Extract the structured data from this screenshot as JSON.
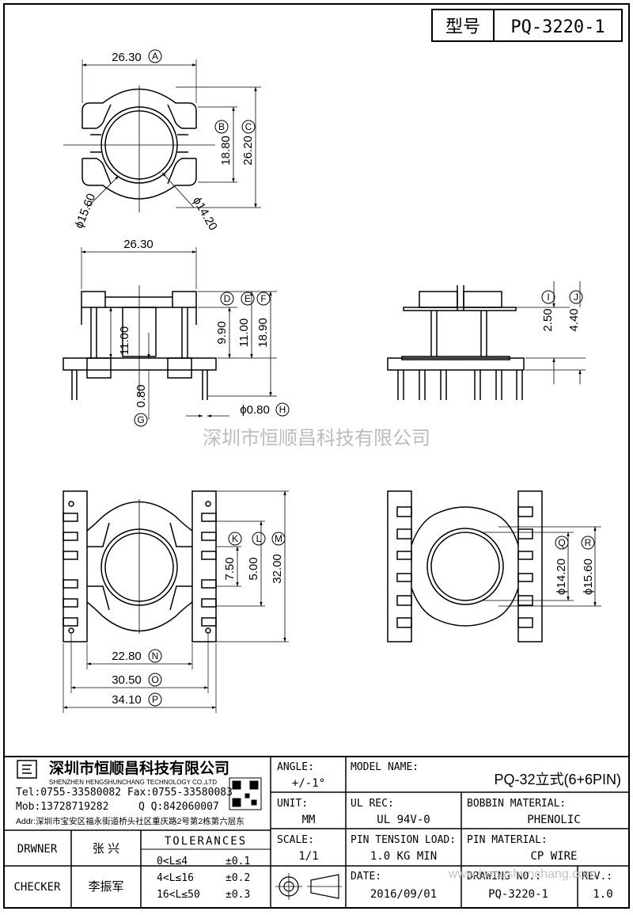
{
  "part_box": {
    "label": "型号",
    "value": "PQ-3220-1"
  },
  "dimensions": {
    "top_view": {
      "a": "26.30",
      "b": "18.80",
      "c": "26.20",
      "d1": "ϕ15.60",
      "d2": "ϕ14.20"
    },
    "front_view": {
      "width": "26.30",
      "h1": "11.00",
      "h2": "9.90",
      "h3": "11.00",
      "h4": "18.90",
      "pin_len": "0.80",
      "pin_dia": "ϕ0.80"
    },
    "side_view": {
      "i": "2.50",
      "j": "4.40"
    },
    "bottom_left": {
      "k": "7.50",
      "l": "5.00",
      "m": "32.00",
      "n": "22.80",
      "o": "30.50",
      "p": "34.10"
    },
    "bottom_right": {
      "q": "ϕ14.20",
      "r": "ϕ15.60"
    }
  },
  "labels": {
    "A": "A",
    "B": "B",
    "C": "C",
    "D": "D",
    "E": "E",
    "F": "F",
    "G": "G",
    "H": "H",
    "I": "I",
    "J": "J",
    "K": "K",
    "L": "L",
    "M": "M",
    "N": "N",
    "O": "O",
    "P": "P",
    "Q": "Q",
    "R": "R"
  },
  "watermark": "深圳市恒顺昌科技有限公司",
  "watermark_url": "www.hengshunchang.com",
  "title_block": {
    "company_name": "深圳市恒顺昌科技有限公司",
    "company_en": "SHENZHEN HENGSHUNCHANG TECHNOLOGY CO.,LTD",
    "tel": "Tel:0755-33580082 Fax:0755-33580083",
    "mob": "Mob:13728719282",
    "qq": "Q Q:842060007",
    "addr": "Addr:深圳市宝安区福永街道桥头社区重庆路2号第2栋第六层东",
    "angle_label": "ANGLE:",
    "angle_value": "+/-1°",
    "unit_label": "UNIT:",
    "unit_value": "MM",
    "scale_label": "SCALE:",
    "scale_value": "1/1",
    "model_name_label": "MODEL NAME:",
    "model_name_value": "PQ-32立式(6+6PIN)",
    "ul_rec_label": "UL REC:",
    "ul_rec_value": "UL 94V-0",
    "bobbin_material_label": "BOBBIN MATERIAL:",
    "bobbin_material_value": "PHENOLIC",
    "pin_tension_label": "PIN TENSION LOAD:",
    "pin_tension_value": "1.0 KG MIN",
    "pin_material_label": "PIN MATERIAL:",
    "pin_material_value": "CP WIRE",
    "date_label": "DATE:",
    "date_value": "2016/09/01",
    "drawing_no_label": "DRAWING NO.:",
    "drawing_no_value": "PQ-3220-1",
    "rev_label": "REV.:",
    "rev_value": "1.0",
    "drawer_label": "DRWNER",
    "drawer_value": "张 兴",
    "checker_label": "CHECKER",
    "checker_value": "李振军",
    "tolerances_title": "TOLERANCES",
    "tolerance_rows": [
      {
        "range": "0<L≤4",
        "tol": "±0.1"
      },
      {
        "range": "4<L≤16",
        "tol": "±0.2"
      },
      {
        "range": "16<L≤50",
        "tol": "±0.3"
      }
    ]
  }
}
